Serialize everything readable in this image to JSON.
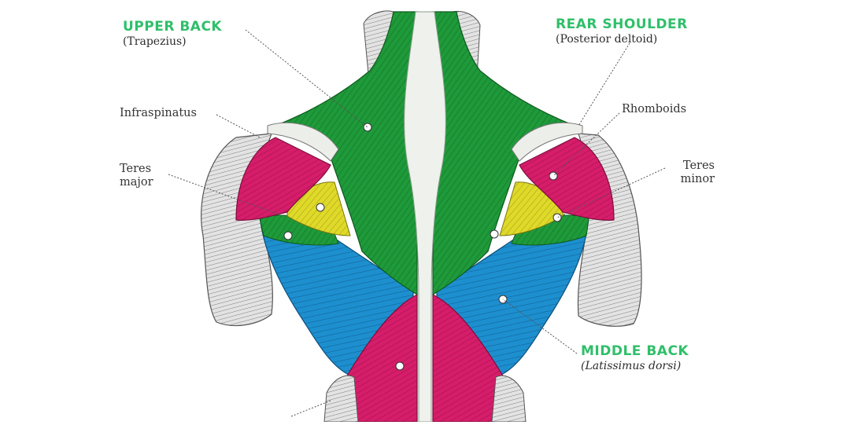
{
  "labels": {
    "upper_back": {
      "title": "UPPER BACK",
      "sub": "(Trapezius)"
    },
    "rear_shoulder": {
      "title": "REAR SHOULDER",
      "sub": "(Posterior deltoid)"
    },
    "middle_back": {
      "title": "MIDDLE BACK",
      "sub": "(Latissimus dorsi)"
    },
    "infraspinatus": "Infraspinatus",
    "rhomboids": "Rhomboids",
    "teres_major": [
      "Teres",
      "major"
    ],
    "teres_minor": [
      "Teres",
      "minor"
    ]
  },
  "colors": {
    "trapezius": "#1f9a3a",
    "trapezius_dark": "#137a2a",
    "latissimus": "#1d8fcf",
    "latissimus_dark": "#136aa0",
    "deltoid_rhomboid": "#d61d6a",
    "deltoid_dark": "#a81452",
    "infraspinatus": "#dfd92a",
    "teres": "#2a9a3a",
    "tendon": "#e8ebe6",
    "arm": "#cfcfcf",
    "title_green": "#2fbf6a",
    "leader": "#555555"
  }
}
